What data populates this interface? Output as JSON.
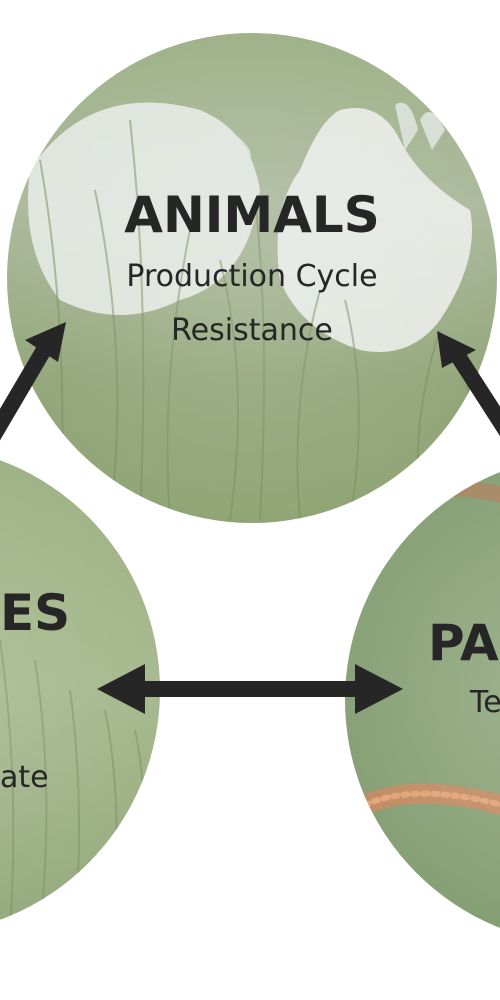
{
  "diagram": {
    "nodes": {
      "animals": {
        "title": "ANIMALS",
        "line1": "Production Cycle",
        "line2": "Resistance"
      },
      "pastures": {
        "title": "ES",
        "line1": "",
        "line2": "ate"
      },
      "parasites": {
        "title": "PA",
        "line1": "Te",
        "line2": ""
      }
    },
    "colors": {
      "arrow": "#262626",
      "text": "#262626",
      "background": "#ffffff"
    }
  }
}
